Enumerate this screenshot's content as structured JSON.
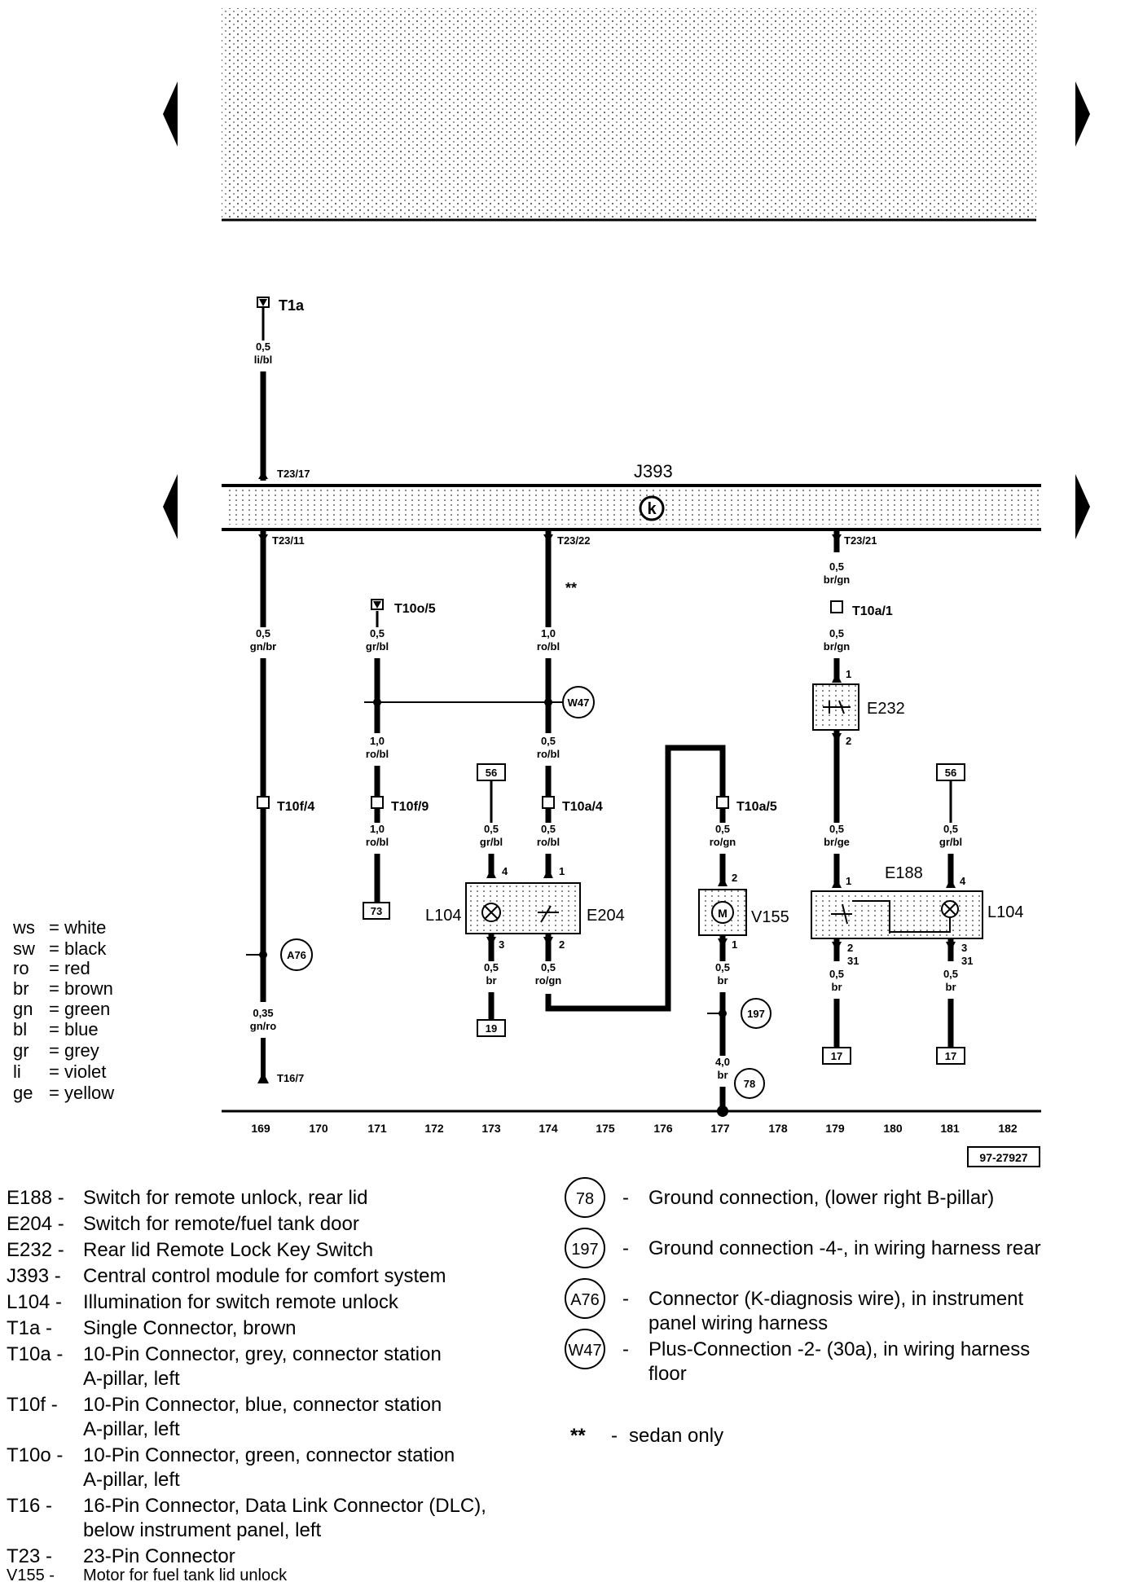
{
  "module": {
    "name": "J393",
    "pin_top": "T23/17",
    "pin_left": "T23/11",
    "pin_mid": "T23/22",
    "pin_right": "T23/21",
    "k_symbol": "k"
  },
  "wires": {
    "w169_top": {
      "size": "0,5",
      "color": "li/bl"
    },
    "w169_mid": {
      "size": "0,5",
      "color": "gn/br"
    },
    "w169_bot": {
      "size": "0,35",
      "color": "gn/ro"
    },
    "w171_top": {
      "size": "0,5",
      "color": "gr/bl"
    },
    "w171_mid": {
      "size": "1,0",
      "color": "ro/bl"
    },
    "w171_bot": {
      "size": "1,0",
      "color": "ro/bl"
    },
    "w173_top": {
      "size": "0,5",
      "color": "gr/bl"
    },
    "w173_bot": {
      "size": "0,5",
      "color": "br"
    },
    "w174_top": {
      "size": "1,0",
      "color": "ro/bl"
    },
    "w174_mid": {
      "size": "0,5",
      "color": "ro/bl"
    },
    "w174_low": {
      "size": "0,5",
      "color": "ro/bl"
    },
    "w174_bot": {
      "size": "0,5",
      "color": "ro/gn"
    },
    "w177_top": {
      "size": "0,5",
      "color": "ro/gn"
    },
    "w177_mid": {
      "size": "0,5",
      "color": "br"
    },
    "w177_bot": {
      "size": "4,0",
      "color": "br"
    },
    "w179_top": {
      "size": "0,5",
      "color": "br/gn"
    },
    "w179_mid": {
      "size": "0,5",
      "color": "br/gn"
    },
    "w179_low": {
      "size": "0,5",
      "color": "br/ge"
    },
    "w179_bot": {
      "size": "0,5",
      "color": "br"
    },
    "w181_top": {
      "size": "0,5",
      "color": "gr/bl"
    },
    "w181_bot": {
      "size": "0,5",
      "color": "br"
    }
  },
  "connectors": {
    "t1a": "T1a",
    "t10f4": "T10f/4",
    "t10o5": "T10o/5",
    "t10f9": "T10f/9",
    "t10a4": "T10a/4",
    "t10a5": "T10a/5",
    "t10a1": "T10a/1",
    "t16": "T16/7"
  },
  "components": {
    "L104": "L104",
    "E204": "E204",
    "V155": "V155",
    "E232": "E232",
    "E188": "E188",
    "L104b": "L104",
    "motor": "M"
  },
  "pins": {
    "l104_4": "4",
    "l104_3": "3",
    "e204_1": "1",
    "e204_2": "2",
    "v155_2": "2",
    "v155_1": "1",
    "e232_1": "1",
    "e232_2": "2",
    "e188_1": "1",
    "e188_2": "2",
    "e188_31": "31",
    "l104b_4": "4",
    "l104b_3": "3",
    "l104b_31": "31"
  },
  "references": {
    "r56a": "56",
    "r56b": "56",
    "r73": "73",
    "r19": "19",
    "r17a": "17",
    "r17b": "17"
  },
  "grounds": {
    "A76": "A76",
    "W47": "W47",
    "g197": "197",
    "g78": "78",
    "sedan_mark": "**"
  },
  "columns": [
    "169",
    "170",
    "171",
    "172",
    "173",
    "174",
    "175",
    "176",
    "177",
    "178",
    "179",
    "180",
    "181",
    "182"
  ],
  "figure_id": "97-27927",
  "color_legend": [
    {
      "code": "ws",
      "name": "= white"
    },
    {
      "code": "sw",
      "name": "= black"
    },
    {
      "code": "ro",
      "name": "= red"
    },
    {
      "code": "br",
      "name": "= brown"
    },
    {
      "code": "gn",
      "name": "= green"
    },
    {
      "code": "bl",
      "name": "= blue"
    },
    {
      "code": "gr",
      "name": "= grey"
    },
    {
      "code": "li",
      "name": "= violet"
    },
    {
      "code": "ge",
      "name": "= yellow"
    }
  ],
  "component_key": [
    {
      "code": "E188 -",
      "desc": [
        "Switch for remote unlock, rear lid"
      ]
    },
    {
      "code": "E204 -",
      "desc": [
        "Switch for remote/fuel tank door"
      ]
    },
    {
      "code": "E232 -",
      "desc": [
        "Rear lid Remote Lock Key Switch"
      ]
    },
    {
      "code": "J393 -",
      "desc": [
        "Central control module for comfort system"
      ]
    },
    {
      "code": "L104 -",
      "desc": [
        "Illumination for switch remote unlock"
      ]
    },
    {
      "code": "T1a   -",
      "desc": [
        "Single Connector, brown"
      ]
    },
    {
      "code": "T10a -",
      "desc": [
        "10-Pin Connector, grey, connector station",
        "A-pillar, left"
      ]
    },
    {
      "code": "T10f  -",
      "desc": [
        "10-Pin Connector, blue, connector station",
        "A-pillar, left"
      ]
    },
    {
      "code": "T10o -",
      "desc": [
        "10-Pin Connector, green, connector station",
        "A-pillar, left"
      ]
    },
    {
      "code": "T16   -",
      "desc": [
        "16-Pin Connector, Data Link Connector (DLC),",
        "below instrument panel, left"
      ]
    },
    {
      "code": "T23   -",
      "desc": [
        "23-Pin Connector"
      ]
    },
    {
      "code": "V155 -",
      "desc": [
        "Motor for fuel tank lid unlock"
      ]
    }
  ],
  "ground_key": [
    {
      "symbol": "78",
      "desc": [
        "Ground connection, (lower right B-pillar)"
      ]
    },
    {
      "symbol": "197",
      "desc": [
        "Ground connection -4-, in wiring harness rear"
      ]
    },
    {
      "symbol": "A76",
      "desc": [
        "Connector (K-diagnosis wire), in instrument",
        "panel wiring harness"
      ]
    },
    {
      "symbol": "W47",
      "desc": [
        "Plus-Connection -2- (30a), in wiring harness",
        "floor"
      ]
    }
  ],
  "note": {
    "mark": "**",
    "dash": "-",
    "text": "sedan only"
  }
}
